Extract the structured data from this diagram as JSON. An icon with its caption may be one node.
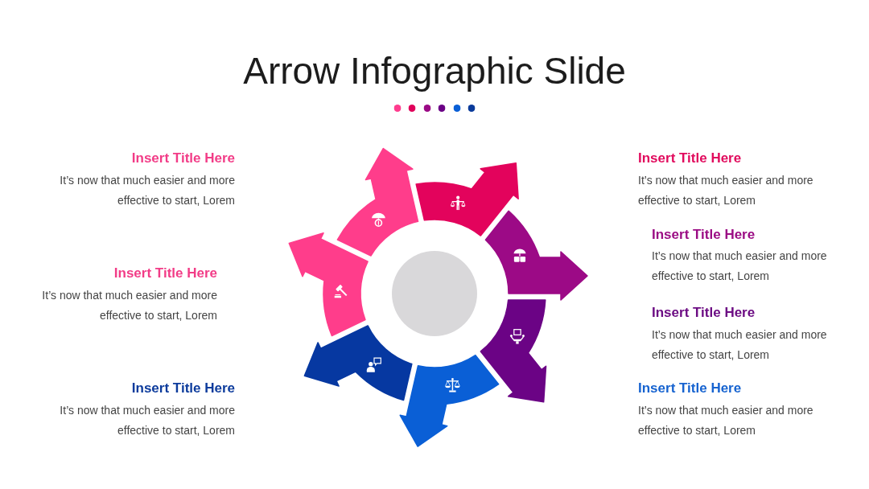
{
  "diagram": {
    "title": "Arrow Infographic Slide",
    "nodes": [
      {
        "text": [],
        "shape": "arrow"
      },
      {
        "text": [],
        "shape": "arrow"
      },
      {
        "text": [],
        "shape": "arrow"
      },
      {
        "text": [],
        "shape": "arrow"
      },
      {
        "text": [],
        "shape": "arrow"
      },
      {
        "text": [],
        "shape": "arrow"
      },
      {
        "text": [],
        "shape": "arrow"
      },
      {
        "text": [],
        "shape": "circle"
      }
    ],
    "labels": [
      "Insert Title Here",
      "It’s now that much easier and more effective to start, Lorem",
      "Insert Title Here",
      "It’s now that much easier and more effective to start, Lorem",
      "Insert Title Here",
      "It’s now that much easier and more effective to start, Lorem",
      "Insert Title Here",
      "It’s now that much easier and more effective to start, Lorem",
      "Insert Title Here",
      "It’s now that much easier and more effective to start, Lorem",
      "Insert Title Here",
      "It’s now that much easier and more effective to start, Lorem",
      "Insert Title Here",
      "It’s now that much easier and more effective to start, Lorem"
    ]
  }
}
